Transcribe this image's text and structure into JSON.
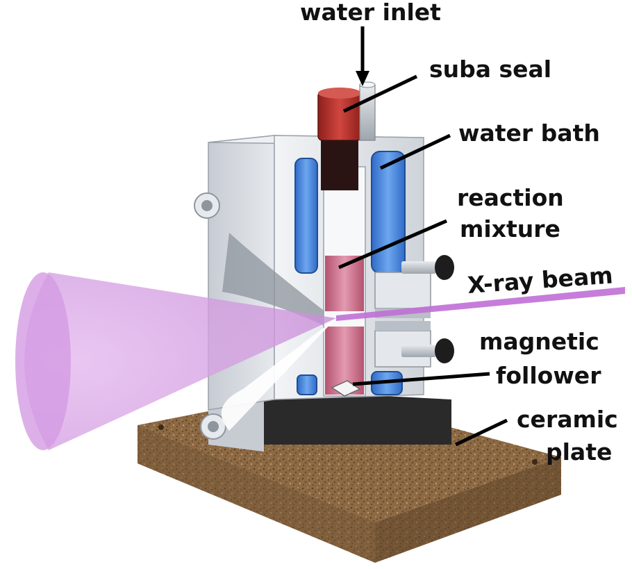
{
  "labels": {
    "water_inlet": "water inlet",
    "suba_seal": "suba seal",
    "water_bath": "water bath",
    "reaction_line1": "reaction",
    "reaction_line2": "mixture",
    "xray_beam": "X-ray beam",
    "magnetic_line1": "magnetic",
    "magnetic_line2": "follower",
    "ceramic_line1": "ceramic",
    "ceramic_line2": "plate"
  },
  "colors": {
    "beam": "#c98bd9",
    "water": "#3f7fd8",
    "seal": "#b8312c",
    "reaction": "#c76a86",
    "steel": "#d5d9df",
    "ceramic": "#8d6a44",
    "label": "#111111"
  }
}
